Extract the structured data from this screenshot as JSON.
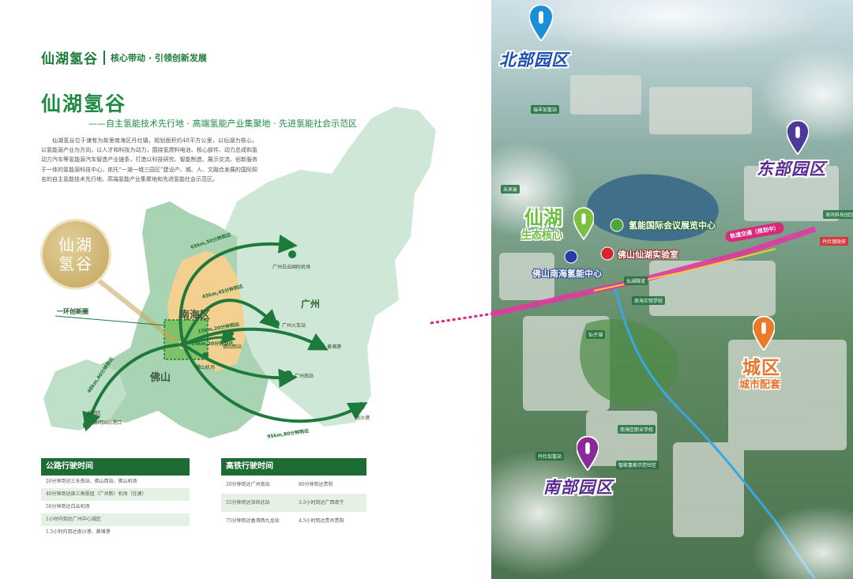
{
  "header": {
    "brand": "仙湖氢谷",
    "slogan": "核心带动 · 引领创新发展"
  },
  "title": "仙湖氢谷",
  "subtitle": "——自主氢能技术先行地 · 高端氢能产业集聚地 · 先进氢能社会示范区",
  "intro": "仙湖氢谷位于谏有为故里南海区丹灶镇，规划面积约48平方公里，以仙湖为核心，以氢能源产业为方向，以人才和科技为动力，围绕氢燃料电池、核心部件、动力总成和氢动力汽车等氢能源汽车智造产业链条，打造以科技研究、智能制造、展示交流、创新服务于一体的氢能源科技中心，依托“一湖一城三园区”建设产、城、人、文融合发展的国际知名的自主氢能技术先行地、高端氢能产业集聚地和先进氢能社会示范区。",
  "seal": {
    "line1": "仙湖",
    "line2": "氢谷"
  },
  "map": {
    "districts": {
      "nanhai": "南海区",
      "foshan": "佛山",
      "guangzhou": "广州",
      "gaoming": "高明区"
    },
    "ring_label": "一环创新圈",
    "routes": [
      "65km,50分钟到达",
      "45km,45分钟到达",
      "15km,20分钟到达",
      "15km,20分钟到达",
      "95km,80分钟到达",
      "48km,40分钟到达"
    ],
    "places": [
      "广州白云国际机场",
      "广州火车站",
      "黄埔港",
      "广州南站",
      "南沙港",
      "佛山西站",
      "佛山机场",
      "高明国际港口"
    ]
  },
  "highway_table": {
    "title": "公路行驶时间",
    "rows": [
      "20分钟到达三水南站、佛山西站、佛山机场",
      "40分钟到达珠三角枢纽（广州新）机场（在建）",
      "50分钟到达白云机场",
      "1小时内到达广州中心城区",
      "1.5小时内到达南沙港、黄埔港"
    ]
  },
  "rail_table": {
    "title": "高铁行驶时间",
    "rows": [
      [
        "20分钟到达广州南站",
        "80分钟到达贵阳"
      ],
      [
        "55分钟到达深圳北站",
        "3.5小时到达广西南宁"
      ],
      [
        "75分钟到达香港西九龙站",
        "4.5小时到达贵州贵阳"
      ]
    ]
  },
  "aerial": {
    "north_zone": "北部园区",
    "east_zone": "东部园区",
    "south_zone": "南部园区",
    "city_zone": "城区",
    "city_zone_sub": "城市配套",
    "lake_title": "仙湖",
    "lake_sub": "生态核心",
    "poi_conference": "氢能国际会议展览中心",
    "poi_lab": "佛山仙湖实验室",
    "poi_nanhai_center": "佛山南海氢能中心",
    "rail_tag": "轨道交通（规划中）",
    "small_tags": {
      "ruifeng": "瑞丰加氢站",
      "weilai": "未来县",
      "xianzi": "仙子湖",
      "nanhai_school": "南海实验学校",
      "xianhu_rail": "仙湖隧道",
      "hydrogen_demo": "智能氢能示范社区",
      "sdjh": "丹灶加氢站",
      "school2": "南海区职业学校",
      "haixun": "海讯科技园区",
      "danzao_gov": "丹灶镇政府"
    }
  },
  "colors": {
    "brand_green": "#1e7a3a",
    "north_blue": "#1a4fb0",
    "east_purple": "#5a2b91",
    "city_orange": "#e8762b",
    "lake_green": "#6dbe3c",
    "rail_magenta": "#d8297a"
  }
}
